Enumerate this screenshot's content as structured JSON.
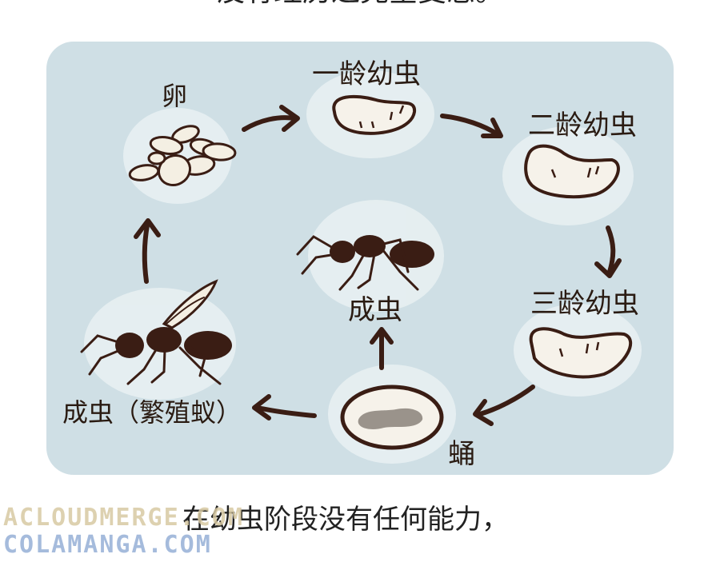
{
  "top_text": "没有经历过完全变态。",
  "stages": {
    "egg": "卵",
    "larva1": "一龄幼虫",
    "larva2": "二龄幼虫",
    "larva3": "三龄幼虫",
    "pupa": "蛹",
    "adult_worker": "成虫",
    "adult_reproductive": "成虫（繁殖蚁）"
  },
  "caption": "在幼虫阶段没有任何能力，",
  "watermarks": {
    "line1": "ACLOUDMERGE.COM",
    "line2": "COLAMANGA.COM"
  },
  "colors": {
    "panel_bg": "#cfdfe5",
    "ink": "#3a1d14",
    "larva_fill": "#f6f2ea"
  }
}
